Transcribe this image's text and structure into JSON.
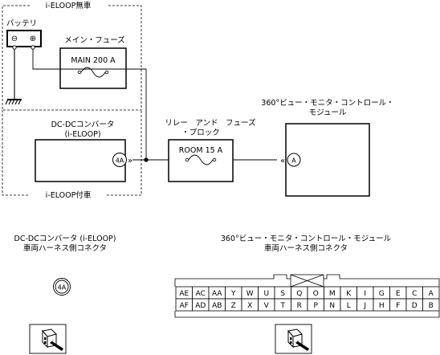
{
  "region_labels": {
    "without_iloop": "i-ELOOP無車",
    "with_iloop": "i-ELOOP付車"
  },
  "battery": {
    "label": "バッテリ",
    "minus": "⊖",
    "plus": "⊕"
  },
  "main_fuse": {
    "caption": "メイン・フューズ",
    "label": "MAIN 200 A"
  },
  "dcdc_converter": {
    "name_line1": "DC-DCコンバータ",
    "name_line2": "(i-ELOOP)",
    "terminal": "4A"
  },
  "relay_fuse_block": {
    "caption_line1": "リレー　アンド　フューズ",
    "caption_line2": "・ブロック",
    "label": "ROOM 15 A"
  },
  "monitor_module": {
    "name_line1": "360°ビュー・モニタ・コントロール・",
    "name_line2": "モジュール",
    "terminal": "A"
  },
  "left_connector": {
    "title_line1": "DC-DCコンバータ (i-ELOOP)",
    "title_line2": "車両ハーネス側コネクタ",
    "terminal": "4A"
  },
  "right_connector": {
    "title_line1": "360°ビュー・モニタ・コントロール・モジュール",
    "title_line2": "車両ハーネス側コネクタ",
    "row_top": [
      "AE",
      "AC",
      "AA",
      "Y",
      "W",
      "U",
      "S",
      "Q",
      "O",
      "M",
      "K",
      "I",
      "G",
      "E",
      "C",
      "A"
    ],
    "row_bottom": [
      "AF",
      "AD",
      "AB",
      "Z",
      "X",
      "V",
      "T",
      "R",
      "P",
      "N",
      "L",
      "J",
      "H",
      "F",
      "D",
      "B"
    ]
  }
}
